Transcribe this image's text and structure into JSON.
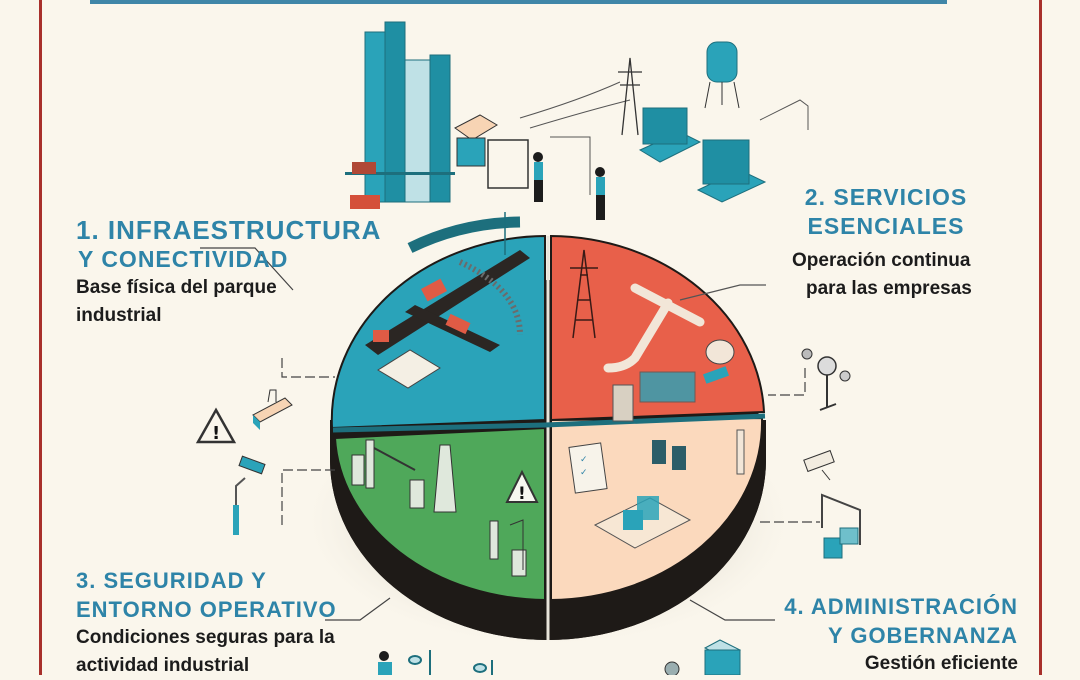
{
  "infographic": {
    "colors": {
      "background": "#faf6ec",
      "frame": "#a8302b",
      "title_blue": "#2e84a8",
      "infra_blue": "#2aa3b9",
      "services_red": "#e8604a",
      "security_green": "#4fa85a",
      "admin_peach": "#fbd9bd",
      "base_black": "#1e1a17",
      "accent_teal": "#1d6f7d"
    },
    "sections": [
      {
        "number": "1.",
        "title_line1": "1. INFRAESTRUCTURA",
        "title_line2": "Y CONECTIVIDAD",
        "desc_line1": "Base física del parque",
        "desc_line2": "industrial"
      },
      {
        "number": "2.",
        "title_line1": "2. SERVICIOS",
        "title_line2": "ESENCIALES",
        "desc_line1": "Operación continua",
        "desc_line2": "para las empresas"
      },
      {
        "number": "3.",
        "title_line1": "3. SEGURIDAD Y",
        "title_line2": "ENTORNO OPERATIVO",
        "desc_line1": "Condiciones seguras para la",
        "desc_line2": "actividad industrial"
      },
      {
        "number": "4.",
        "title_line1": "4. ADMINISTRACIÓN",
        "title_line2": "Y GOBERNANZA",
        "desc_line1": "Gestión eficiente"
      }
    ],
    "pie_quadrants": [
      "infraestructura",
      "servicios",
      "seguridad",
      "administracion"
    ],
    "icons": [
      "factory-towers-icon",
      "guardhouse-gate-icon",
      "worker-icon",
      "power-tower-icon",
      "water-tank-icon",
      "hvac-unit-icon",
      "truck-icon",
      "railway-icon",
      "road-icon",
      "map-tile-icon",
      "pipeline-icon",
      "satellite-dish-icon",
      "server-rack-icon",
      "clipboard-icon",
      "office-building-icon",
      "security-gate-icon",
      "chimney-icon",
      "warning-icon",
      "street-lamp-icon",
      "cctv-camera-icon",
      "gauge-icon"
    ]
  }
}
